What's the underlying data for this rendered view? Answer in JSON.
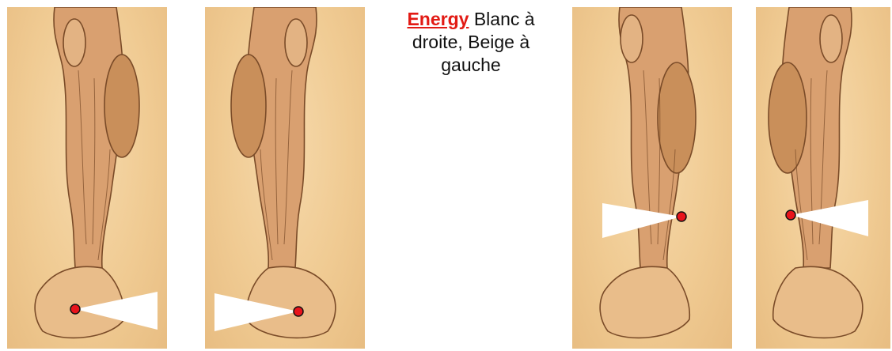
{
  "caption": {
    "keyword": "Energy",
    "text": " Blanc à droite, Beige à gauche"
  },
  "colors": {
    "parchment": "#f0cb93",
    "muscle": "#c98f5a",
    "outline": "#7a4b28",
    "point": "#e8141c",
    "wedge": "#ffffff"
  },
  "illustrations": [
    {
      "view": "lower leg and foot",
      "marker": "red-point",
      "indicator": "white-wedge"
    },
    {
      "view": "lower leg and foot (mirrored)",
      "marker": "red-point",
      "indicator": "white-wedge"
    },
    {
      "view": "lower leg and ankle",
      "marker": "red-point",
      "indicator": "white-wedge"
    },
    {
      "view": "lower leg and ankle (mirrored)",
      "marker": "red-point",
      "indicator": "white-wedge"
    }
  ]
}
